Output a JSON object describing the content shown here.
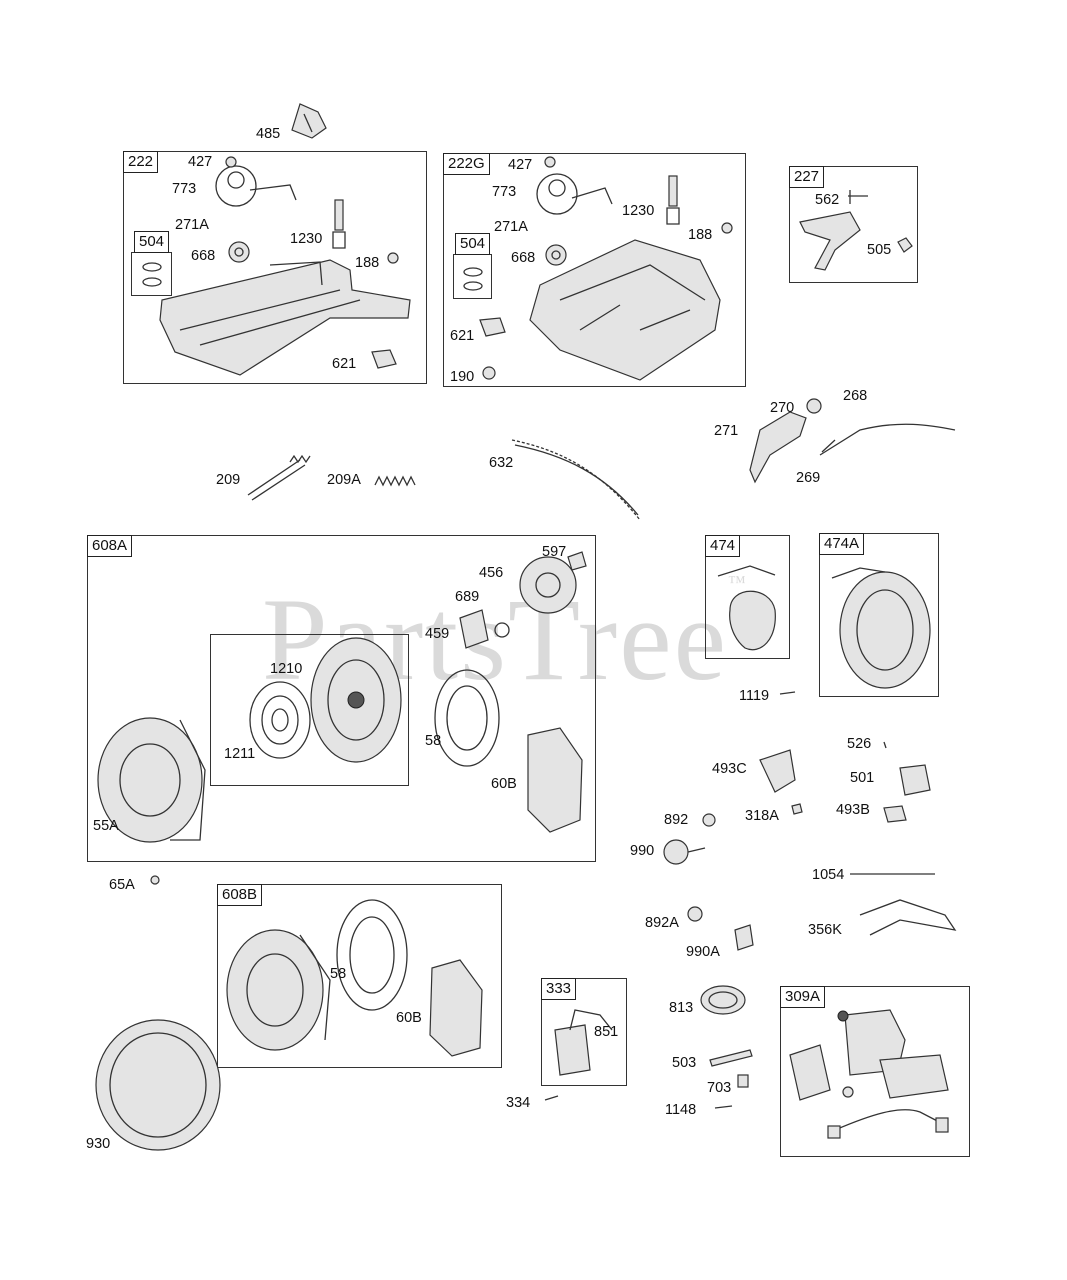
{
  "watermark": {
    "text": "PartsTree",
    "tm": "™"
  },
  "groups": [
    {
      "id": "222",
      "label": "222"
    },
    {
      "id": "504a",
      "label": "504"
    },
    {
      "id": "222G",
      "label": "222G"
    },
    {
      "id": "504b",
      "label": "504"
    },
    {
      "id": "227",
      "label": "227"
    },
    {
      "id": "608A",
      "label": "608A"
    },
    {
      "id": "474",
      "label": "474"
    },
    {
      "id": "474A",
      "label": "474A"
    },
    {
      "id": "608B",
      "label": "608B"
    },
    {
      "id": "333",
      "label": "333"
    },
    {
      "id": "309A",
      "label": "309A"
    }
  ],
  "parts": {
    "p485": "485",
    "p427a": "427",
    "p773a": "773",
    "p271Aa": "271A",
    "p668a": "668",
    "p1230a": "1230",
    "p188a": "188",
    "p621a": "621",
    "p427b": "427",
    "p773b": "773",
    "p271Ab": "271A",
    "p668b": "668",
    "p1230b": "1230",
    "p188b": "188",
    "p621b": "621",
    "p190": "190",
    "p562": "562",
    "p505": "505",
    "p270": "270",
    "p268": "268",
    "p271": "271",
    "p269": "269",
    "p209": "209",
    "p209A": "209A",
    "p632": "632",
    "p597": "597",
    "p456": "456",
    "p689": "689",
    "p459": "459",
    "p1210": "1210",
    "p1211": "1211",
    "p58a": "58",
    "p60Ba": "60B",
    "p55A": "55A",
    "p1119": "1119",
    "p526": "526",
    "p493C": "493C",
    "p501": "501",
    "p892": "892",
    "p318A": "318A",
    "p493B": "493B",
    "p990": "990",
    "p1054": "1054",
    "p65A": "65A",
    "p892A": "892A",
    "p990A": "990A",
    "p356K": "356K",
    "p58b": "58",
    "p60Bb": "60B",
    "p851": "851",
    "p334": "334",
    "p813": "813",
    "p503": "503",
    "p703": "703",
    "p1148": "1148",
    "p930": "930"
  }
}
